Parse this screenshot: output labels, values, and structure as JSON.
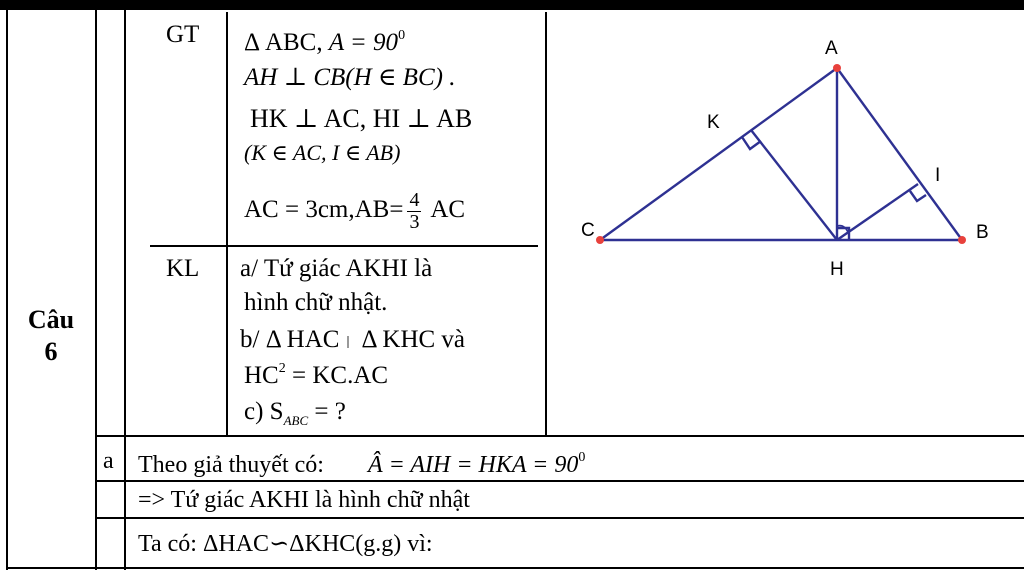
{
  "problem": {
    "label_line1": "Câu",
    "label_line2": "6",
    "gt_header": "GT",
    "kl_header": "KL",
    "gt": {
      "line1_pre": "Δ ABC, ",
      "line1_math": "A = 90",
      "line1_sup": "0",
      "line2": "AH ⊥ CB(H ∈ BC) .",
      "line3": "HK ⊥ AC, HI ⊥ AB",
      "line4": "(K ∈ AC, I ∈ AB)",
      "line5_pre": "AC = 3cm,AB=",
      "frac_num": "4",
      "frac_den": "3",
      "line5_post": " AC"
    },
    "kl": {
      "line1": "a/ Tứ giác AKHI là",
      "line2": "hình chữ nhật.",
      "line3_pre": "b/ Δ HAC",
      "line3_post": "Δ KHC và",
      "line4_pre": "HC",
      "line4_sup": "2",
      "line4_post": " = KC.AC",
      "line5_pre": "c) S",
      "line5_sub": "ABC",
      "line5_post": " = ?"
    }
  },
  "figure": {
    "point_a": "A",
    "point_b": "B",
    "point_c": "C",
    "point_h": "H",
    "point_k": "K",
    "point_i": "I",
    "line_color": "#2e3192",
    "point_color": "#e8413c"
  },
  "solution": {
    "part_a_label": "a",
    "row1_pre": "Theo giả thuyết có: ",
    "row1_math": "Â = AIH = HKA = 90",
    "row1_sup": "0",
    "row2": "=> Tứ giác AKHI là hình chữ nhật",
    "row3": "Ta có: ΔHAC∽ΔKHC(g.g) vì:"
  }
}
